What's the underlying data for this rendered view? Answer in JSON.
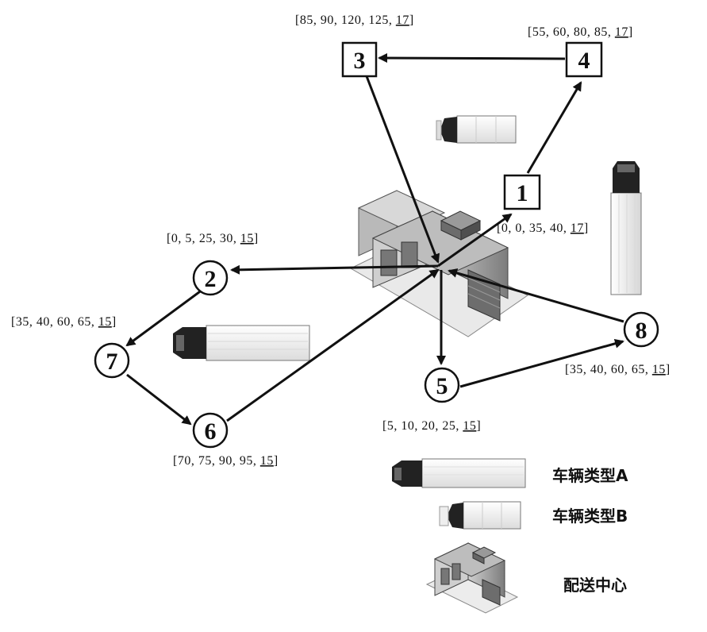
{
  "nodes": [
    {
      "id": "1",
      "shape": "square",
      "time_window": [
        "[0, 0, 35, 40, ",
        "17",
        "]"
      ]
    },
    {
      "id": "2",
      "shape": "circle",
      "time_window": [
        "[0, 5, 25, 30, ",
        "15",
        "]"
      ]
    },
    {
      "id": "3",
      "shape": "square",
      "time_window": [
        "[85, 90, 120, 125, ",
        "17",
        "]"
      ]
    },
    {
      "id": "4",
      "shape": "square",
      "time_window": [
        "[55, 60, 80, 85, ",
        "17",
        "]"
      ]
    },
    {
      "id": "5",
      "shape": "circle",
      "time_window": [
        "[5, 10, 20, 25, ",
        "15",
        "]"
      ]
    },
    {
      "id": "6",
      "shape": "circle",
      "time_window": [
        "[70, 75, 90, 95, ",
        "15",
        "]"
      ]
    },
    {
      "id": "7",
      "shape": "circle",
      "time_window": [
        "[35, 40, 60, 65, ",
        "15",
        "]"
      ]
    },
    {
      "id": "8",
      "shape": "circle",
      "time_window": [
        "[35, 40, 60, 65, ",
        "15",
        "]"
      ]
    }
  ],
  "routes": [
    {
      "from": "depot",
      "to": "1"
    },
    {
      "from": "1",
      "to": "4"
    },
    {
      "from": "4",
      "to": "3"
    },
    {
      "from": "3",
      "to": "depot"
    },
    {
      "from": "depot",
      "to": "2"
    },
    {
      "from": "2",
      "to": "7"
    },
    {
      "from": "7",
      "to": "6"
    },
    {
      "from": "6",
      "to": "depot"
    },
    {
      "from": "depot",
      "to": "5"
    },
    {
      "from": "5",
      "to": "8"
    },
    {
      "from": "8",
      "to": "depot"
    }
  ],
  "legend": {
    "vehicle_a": "车辆类型A",
    "vehicle_b": "车辆类型B",
    "depot": "配送中心"
  },
  "colors": {
    "ink": "#111111",
    "truck_body": "#f2f2f2",
    "building_roof": "#bdbdbd",
    "building_wall": "#8a8a8a"
  }
}
